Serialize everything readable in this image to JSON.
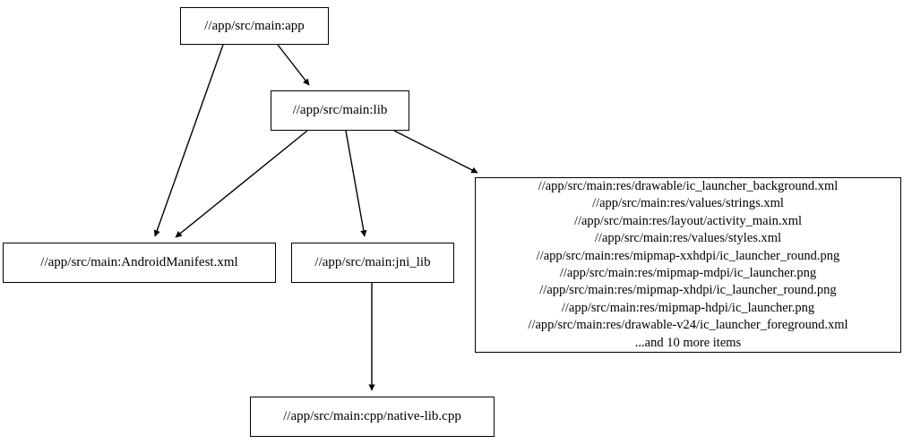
{
  "graph": {
    "type": "directed-dependency-graph",
    "background_color": "#ffffff",
    "node_border_color": "#000000",
    "edge_color": "#000000",
    "text_color": "#000000",
    "nodes": [
      {
        "id": "app",
        "label": "//app/src/main:app",
        "multiline": false
      },
      {
        "id": "lib",
        "label": "//app/src/main:lib",
        "multiline": false
      },
      {
        "id": "manifest",
        "label": "//app/src/main:AndroidManifest.xml",
        "multiline": false
      },
      {
        "id": "jni",
        "label": "//app/src/main:jni_lib",
        "multiline": false
      },
      {
        "id": "cpp",
        "label": "//app/src/main:cpp/native-lib.cpp",
        "multiline": false
      },
      {
        "id": "res",
        "multiline": true,
        "lines": [
          "//app/src/main:res/drawable/ic_launcher_background.xml",
          "//app/src/main:res/values/strings.xml",
          "//app/src/main:res/layout/activity_main.xml",
          "//app/src/main:res/values/styles.xml",
          "//app/src/main:res/mipmap-xxhdpi/ic_launcher_round.png",
          "//app/src/main:res/mipmap-mdpi/ic_launcher.png",
          "//app/src/main:res/mipmap-xhdpi/ic_launcher_round.png",
          "//app/src/main:res/mipmap-hdpi/ic_launcher.png",
          "//app/src/main:res/drawable-v24/ic_launcher_foreground.xml",
          "...and 10 more items"
        ]
      }
    ],
    "edges": [
      {
        "id": "app-lib",
        "from": "app",
        "to": "lib"
      },
      {
        "id": "app-manifest",
        "from": "app",
        "to": "manifest"
      },
      {
        "id": "lib-manifest",
        "from": "lib",
        "to": "manifest"
      },
      {
        "id": "lib-jni",
        "from": "lib",
        "to": "jni"
      },
      {
        "id": "lib-res",
        "from": "lib",
        "to": "res"
      },
      {
        "id": "jni-cpp",
        "from": "jni",
        "to": "cpp"
      }
    ]
  }
}
